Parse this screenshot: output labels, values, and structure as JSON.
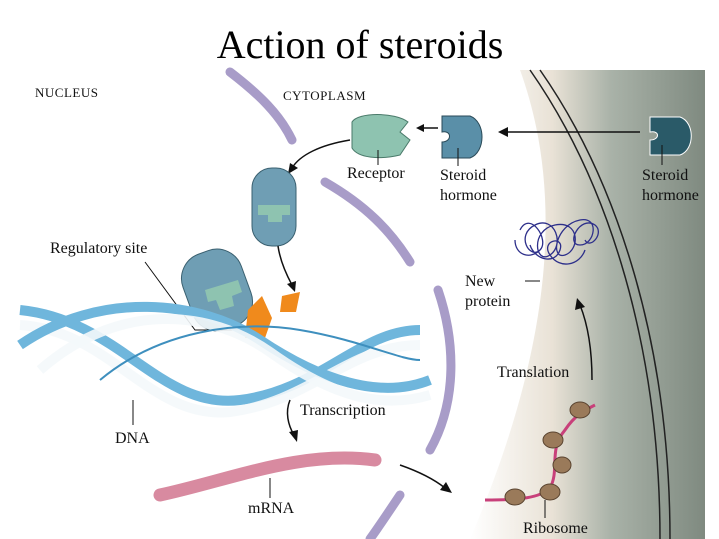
{
  "title": "Action of steroids",
  "labels": {
    "nucleus": "NUCLEUS",
    "cytoplasm": "CYTOPLASM",
    "receptor": "Receptor",
    "steroid_hormone_inner_1": "Steroid",
    "steroid_hormone_inner_2": "hormone",
    "steroid_hormone_outer_1": "Steroid",
    "steroid_hormone_outer_2": "hormone",
    "regulatory_site": "Regulatory site",
    "new_protein_1": "New",
    "new_protein_2": "protein",
    "translation": "Translation",
    "transcription": "Transcription",
    "dna": "DNA",
    "mrna": "mRNA",
    "ribosome": "Ribosome"
  },
  "colors": {
    "hormone_outer": "#2a5a68",
    "hormone_inner": "#5a8fa8",
    "receptor": "#8ec3b0",
    "dna": "#6fb6dc",
    "mrna": "#d88aa0",
    "nuclear_membrane": "#a89cc8",
    "regulatory_site": "#f08a1c",
    "ribosome": "#9a7a5a"
  }
}
